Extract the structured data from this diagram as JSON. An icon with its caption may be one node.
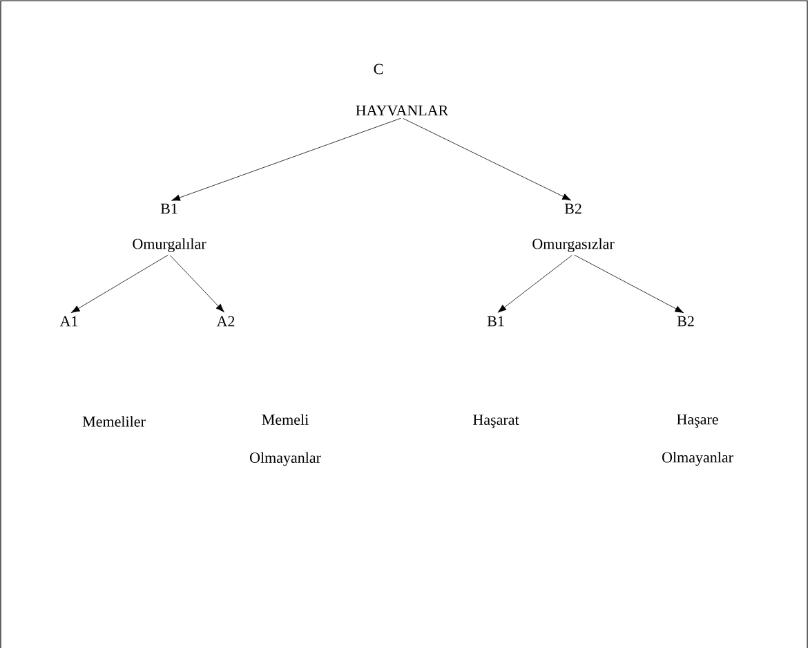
{
  "diagram": {
    "nodes": [
      {
        "text": [
          "C",
          "HAYVANLAR"
        ]
      },
      {
        "text": [
          "B1",
          "Omurgalılar"
        ]
      },
      {
        "text": [
          "B2",
          "Omurgasızlar"
        ]
      },
      {
        "text": [
          "A1",
          "Memeliler"
        ]
      },
      {
        "text": [
          "A2",
          "Memeli Olmayanlar"
        ]
      },
      {
        "text": [
          "B1",
          "Haşarat"
        ]
      },
      {
        "text": [
          "B2",
          "Haşare Olmayanlar"
        ]
      }
    ],
    "edges": [
      {
        "from": 0,
        "to": 1,
        "arrow": "to"
      },
      {
        "from": 0,
        "to": 2,
        "arrow": "to"
      },
      {
        "from": 1,
        "to": 3,
        "arrow": "to"
      },
      {
        "from": 1,
        "to": 4,
        "arrow": "to"
      },
      {
        "from": 2,
        "to": 5,
        "arrow": "to"
      },
      {
        "from": 2,
        "to": 6,
        "arrow": "to"
      }
    ]
  }
}
